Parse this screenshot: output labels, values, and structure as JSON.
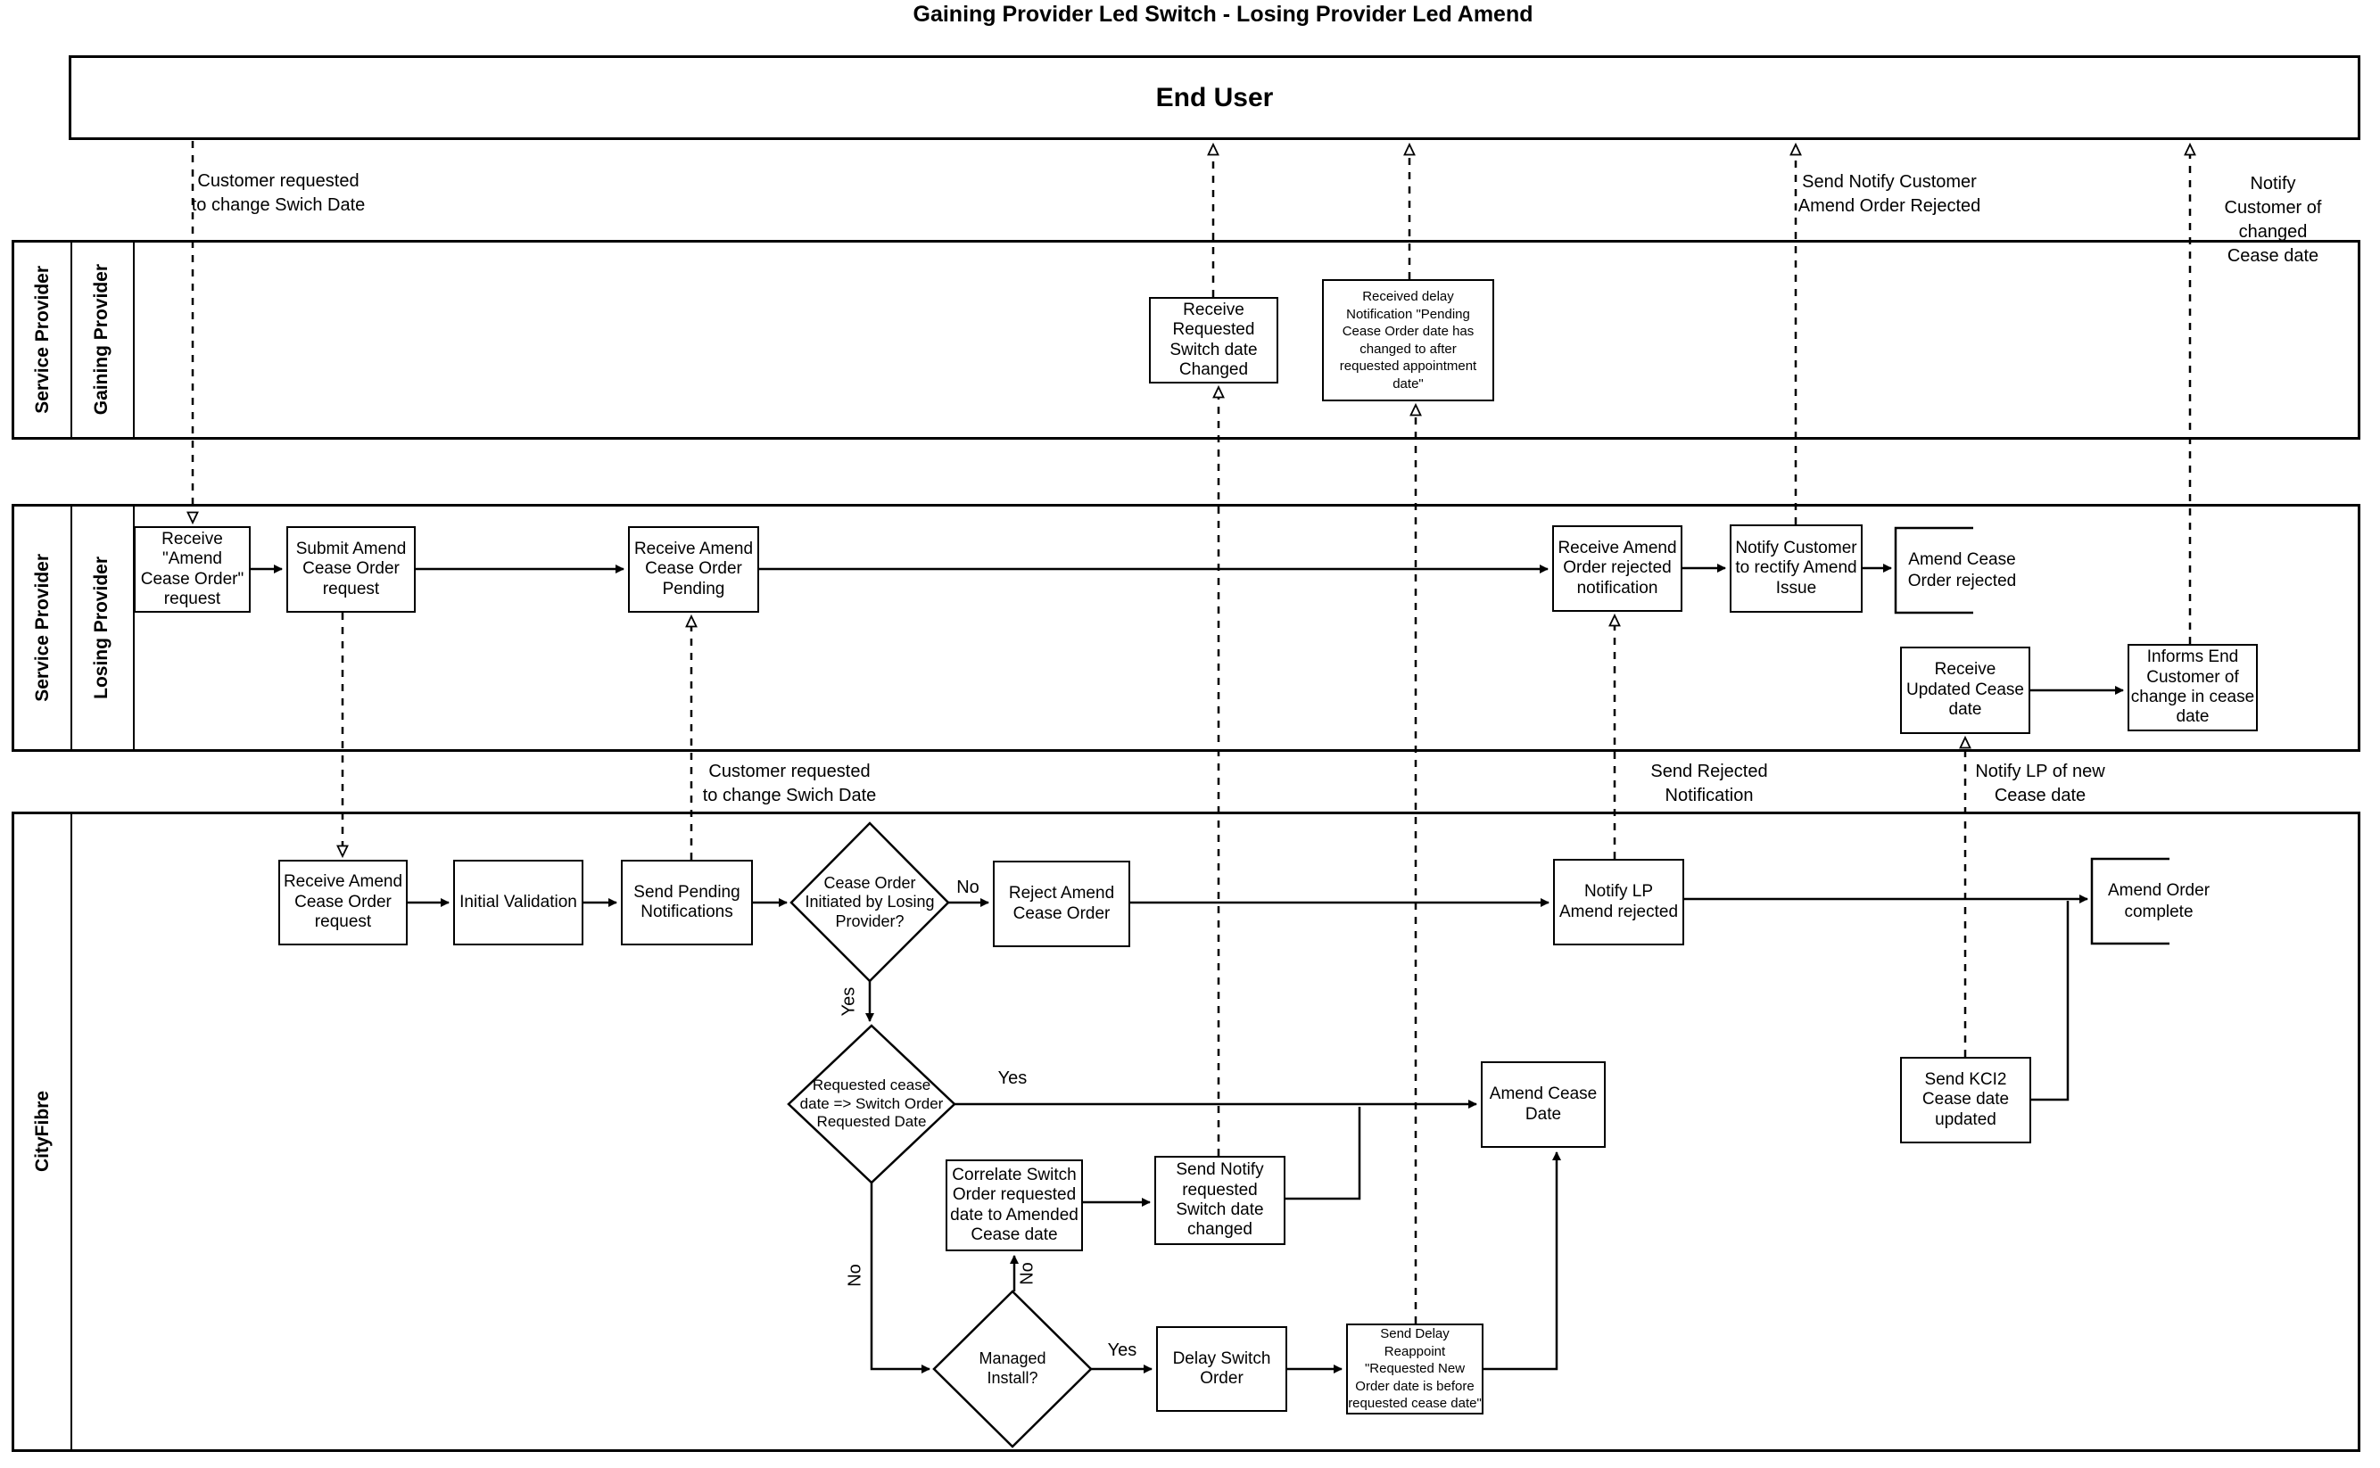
{
  "title": "Gaining Provider Led Switch - Losing Provider Led Amend",
  "lanes": {
    "end_user": "End User",
    "gp_pool_outer": "Service Provider",
    "gp_pool_inner": "Gaining Provider",
    "lp_pool_outer": "Service Provider",
    "lp_pool_inner": "Losing Provider",
    "cf_pool": "CityFibre"
  },
  "nodes": {
    "gp_receive_switch_date_changed": "Receive\nRequested\nSwitch date\nChanged",
    "gp_received_delay_notification": "Received delay\nNotification \"Pending\nCease Order date has\nchanged to after\nrequested appointment\ndate\"",
    "lp_receive_amend_cease_order": "Receive\n\"Amend\nCease Order\"\nrequest",
    "lp_submit_amend": "Submit Amend\nCease Order\nrequest",
    "lp_receive_pending": "Receive Amend\nCease Order\nPending",
    "lp_receive_rejected": "Receive Amend\nOrder rejected\nnotification",
    "lp_notify_customer_rectify": "Notify Customer\nto rectify Amend\nIssue",
    "lp_amend_rejected_end": "Amend Cease\nOrder rejected",
    "lp_receive_updated_cease": "Receive\nUpdated Cease\ndate",
    "lp_informs_end_customer": "Informs End\nCustomer of\nchange in cease\ndate",
    "cf_receive_request": "Receive Amend\nCease Order\nrequest",
    "cf_initial_validation": "Initial Validation",
    "cf_send_pending": "Send Pending\nNotifications",
    "cf_decision_initiated": "Cease Order\nInitiated by Losing\nProvider?",
    "cf_reject_amend": "Reject Amend\nCease Order",
    "cf_notify_lp_rejected": "Notify LP\nAmend rejected",
    "cf_amend_complete_end": "Amend Order\ncomplete",
    "cf_decision_date": "Requested cease\ndate => Switch Order\nRequested Date",
    "cf_amend_cease_date": "Amend Cease\nDate",
    "cf_send_kci2": "Send KCI2\nCease date\nupdated",
    "cf_correlate": "Correlate Switch\nOrder requested\ndate to Amended\nCease date",
    "cf_send_notify_switch": "Send Notify\nrequested\nSwitch date\nchanged",
    "cf_decision_managed": "Managed\nInstall?",
    "cf_delay_switch": "Delay Switch\nOrder",
    "cf_send_delay_reappoint": "Send Delay Reappoint\n\"Requested New\nOrder date is before\nrequested cease date\""
  },
  "edge_labels": {
    "customer_requested_top": "Customer requested\nto change Swich Date",
    "customer_requested_mid": "Customer requested\nto change Swich Date",
    "send_notify_customer_rejected": "Send Notify Customer\nAmend Order Rejected",
    "notify_customer_changed": "Notify Customer of\nchanged Cease date",
    "send_rejected_notification": "Send Rejected\nNotification",
    "notify_lp_new_cease": "Notify LP of new\nCease date",
    "no1": "No",
    "yes1": "Yes",
    "yes2": "Yes",
    "no2": "No",
    "no3": "No",
    "yes3": "Yes"
  },
  "colors": {
    "stroke": "#000000",
    "background": "#ffffff"
  }
}
